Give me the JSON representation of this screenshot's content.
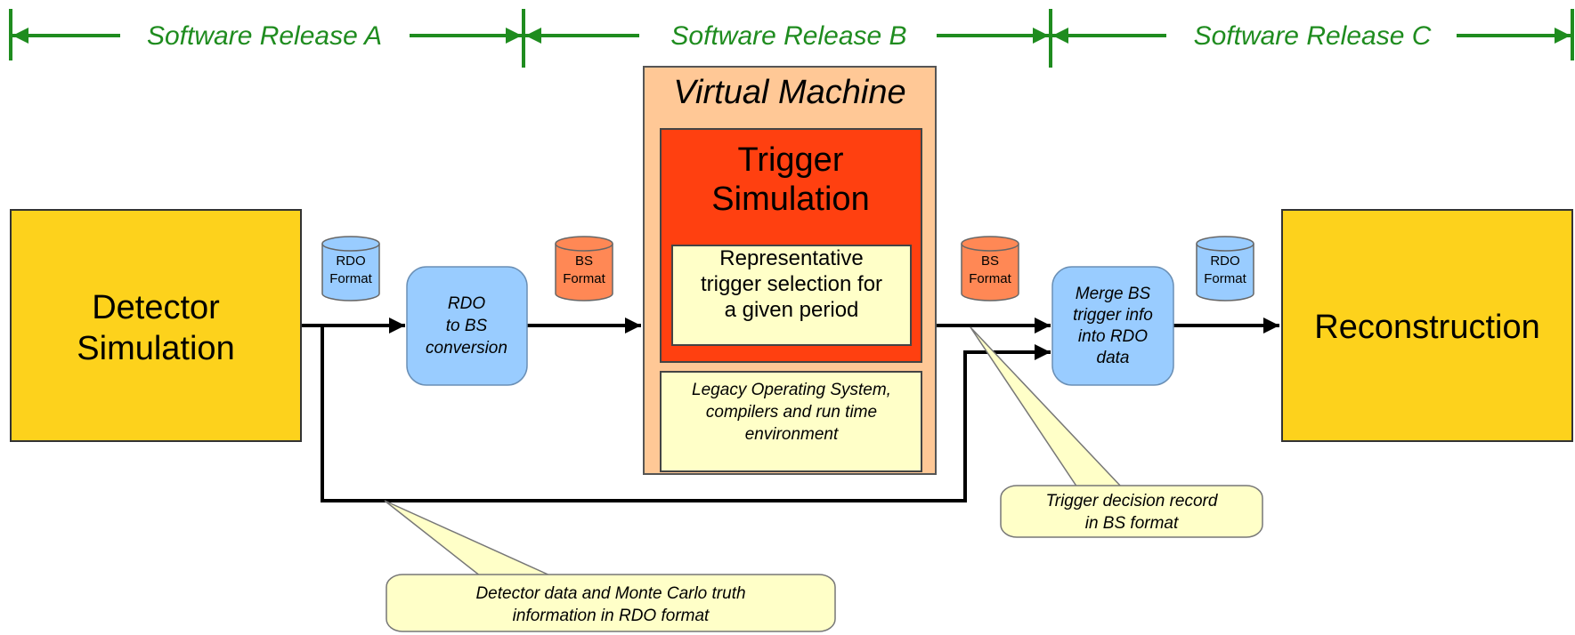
{
  "colors": {
    "release_green": "#1f8c1f",
    "gold_box": "#fdd21c",
    "gold_border": "#333333",
    "vm_fill": "#ffc896",
    "trigger_fill": "#ff4010",
    "yellow_panel": "#ffffc8",
    "blue_fill": "#99ccff",
    "bs_cylinder": "#ff8855",
    "callout_fill": "#ffffc8",
    "arrow": "#000000"
  },
  "releases": [
    {
      "label": "Software Release A"
    },
    {
      "label": "Software Release B"
    },
    {
      "label": "Software Release C"
    }
  ],
  "boxes": {
    "detector_simulation": {
      "lines": [
        "Detector",
        "Simulation"
      ]
    },
    "reconstruction": {
      "lines": [
        "Reconstruction"
      ]
    },
    "rdo_to_bs": {
      "lines": [
        "RDO",
        "to BS",
        "conversion"
      ]
    },
    "merge_bs": {
      "lines": [
        "Merge BS",
        "trigger info",
        "into RDO",
        "data"
      ]
    },
    "virtual_machine": {
      "title": "Virtual Machine"
    },
    "trigger_simulation": {
      "lines": [
        "Trigger",
        "Simulation"
      ]
    },
    "trigger_selection": {
      "lines": [
        "Representative",
        "trigger selection for",
        "a given period"
      ]
    },
    "legacy_os": {
      "lines": [
        "Legacy Operating System,",
        "compilers and run time",
        "environment"
      ]
    }
  },
  "cylinders": [
    {
      "id": "rdo-1",
      "lines": [
        "RDO",
        "Format"
      ]
    },
    {
      "id": "bs-1",
      "lines": [
        "BS",
        "Format"
      ]
    },
    {
      "id": "bs-2",
      "lines": [
        "BS",
        "Format"
      ]
    },
    {
      "id": "rdo-2",
      "lines": [
        "RDO",
        "Format"
      ]
    }
  ],
  "callouts": {
    "trigger_decision": {
      "lines": [
        "Trigger decision record",
        "in BS format"
      ]
    },
    "detector_data": {
      "lines": [
        "Detector data and Monte Carlo truth",
        "information in RDO format"
      ]
    }
  }
}
